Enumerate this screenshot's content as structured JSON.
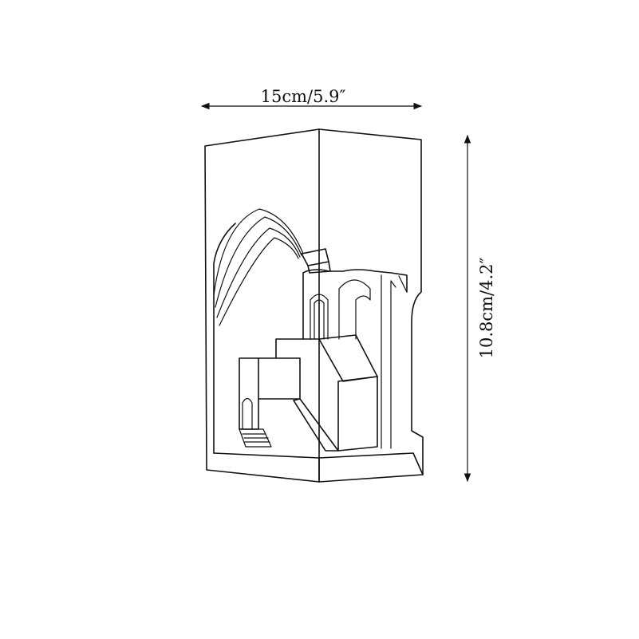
{
  "dimensions": {
    "width_label": "15cm/5.9″",
    "height_label": "10.8cm/4.2″"
  },
  "product": {
    "icon": "architectural-wall-lamp-drawing"
  },
  "colors": {
    "line": "#111111",
    "background": "#ffffff"
  }
}
